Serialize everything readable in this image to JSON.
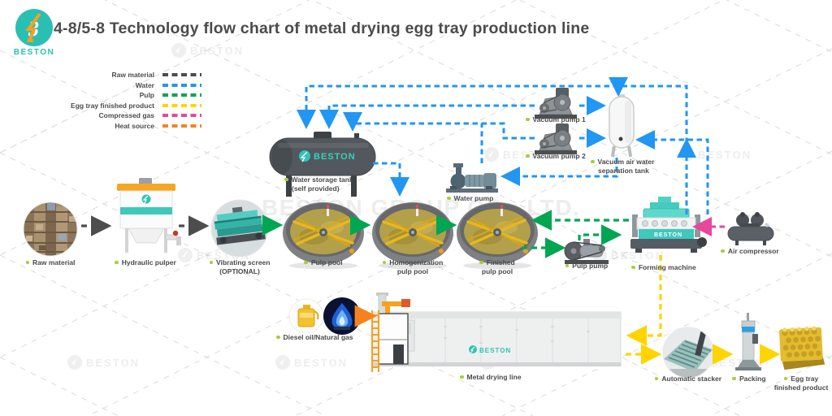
{
  "title": "4-8/5-8 Technology flow chart of metal drying egg tray production line",
  "brand": {
    "name": "BESTON",
    "watermark": "BESTON GROUP CO., LTD."
  },
  "colors": {
    "teal": "#2abfb3",
    "bullet": "#a6ce39",
    "raw_material": "#4d4d4d",
    "water": "#2196f3",
    "pulp": "#00a651",
    "finished_product": "#ffd400",
    "compressed_gas": "#e6489b",
    "heat_source": "#f58220"
  },
  "legend": {
    "items": [
      {
        "label": "Raw material",
        "color": "#4d4d4d"
      },
      {
        "label": "Water",
        "color": "#2196f3"
      },
      {
        "label": "Pulp",
        "color": "#00a651"
      },
      {
        "label": "Egg tray finished product",
        "color": "#ffd400"
      },
      {
        "label": "Compressed gas",
        "color": "#e6489b"
      },
      {
        "label": "Heat source",
        "color": "#f58220"
      }
    ]
  },
  "equipment": {
    "raw_material": {
      "label": "Raw material"
    },
    "hydraulic_pulper": {
      "label": "Hydraulic pulper"
    },
    "vibrating_screen": {
      "label": "Vibrating screen",
      "label2": "(OPTIONAL)"
    },
    "pulp_pool": {
      "label": "Pulp pool"
    },
    "homogenization_pulp_pool": {
      "label": "Homogenization",
      "label2": "pulp pool"
    },
    "finished_pulp_pool": {
      "label": "Finished",
      "label2": "pulp pool"
    },
    "water_storage_tank": {
      "label": "Water storage tank",
      "label2": "(self provided)"
    },
    "water_pump": {
      "label": "Water pump"
    },
    "vacuum_pump_1": {
      "label": "Vacuum pump 1"
    },
    "vacuum_pump_2": {
      "label": "Vacuum pump 2"
    },
    "vacuum_separation_tank": {
      "label": "Vacuum air water",
      "label2": "separation tank"
    },
    "pulp_pump": {
      "label": "Pulp pump"
    },
    "forming_machine": {
      "label": "Forming machine"
    },
    "air_compressor": {
      "label": "Air compressor"
    },
    "diesel": {
      "label": "Diesel oil/Natural gas"
    },
    "metal_drying_line": {
      "label": "Metal drying line"
    },
    "automatic_stacker": {
      "label": "Automatic stacker"
    },
    "packing": {
      "label": "Packing"
    },
    "egg_tray_product": {
      "label": "Egg tray",
      "label2": "finished product"
    }
  }
}
